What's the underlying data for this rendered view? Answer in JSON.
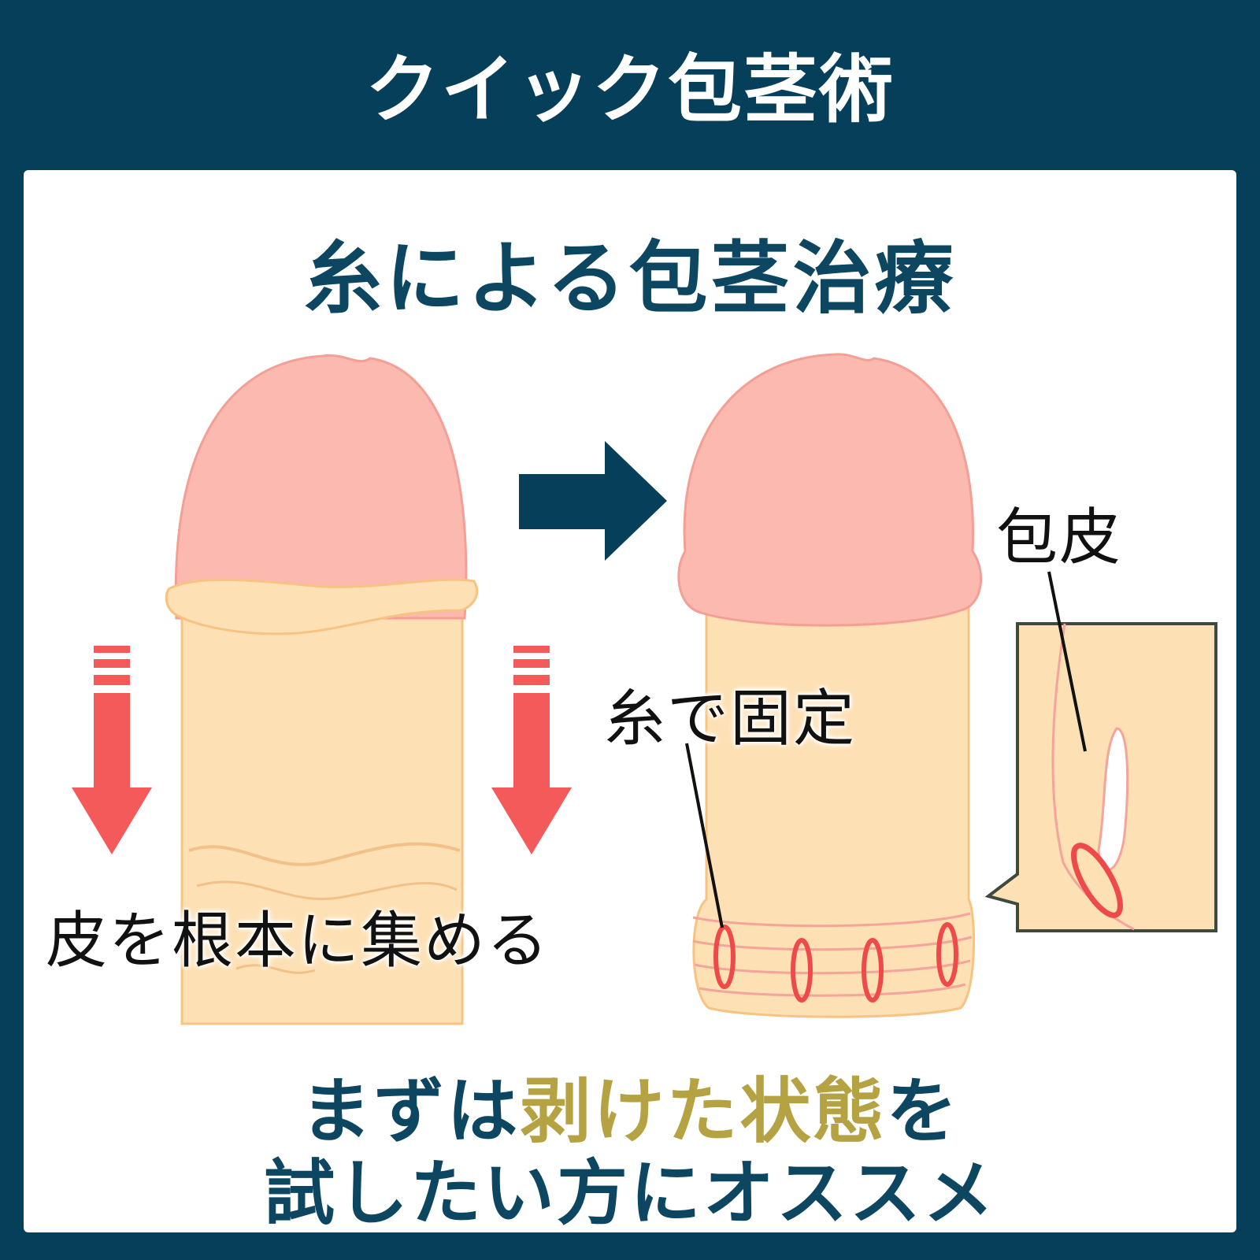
{
  "header": {
    "title": "クイック包茎術"
  },
  "diagram": {
    "title": "糸による包茎治療",
    "labels": {
      "gather_skin": "皮を根本に集める",
      "fix_with_thread": "糸で固定",
      "prepuce": "包皮"
    }
  },
  "caption": {
    "line1_before": "まずは",
    "line1_highlight": "剥けた状態",
    "line1_after": "を",
    "line2": "試したい方にオススメ"
  },
  "colors": {
    "navy": "#063f5a",
    "title_text": "#0d4660",
    "highlight": "#b4a243",
    "glans": "#fbb9b0",
    "shaft": "#fde0b3",
    "arrow_red": "#f45a5a"
  }
}
